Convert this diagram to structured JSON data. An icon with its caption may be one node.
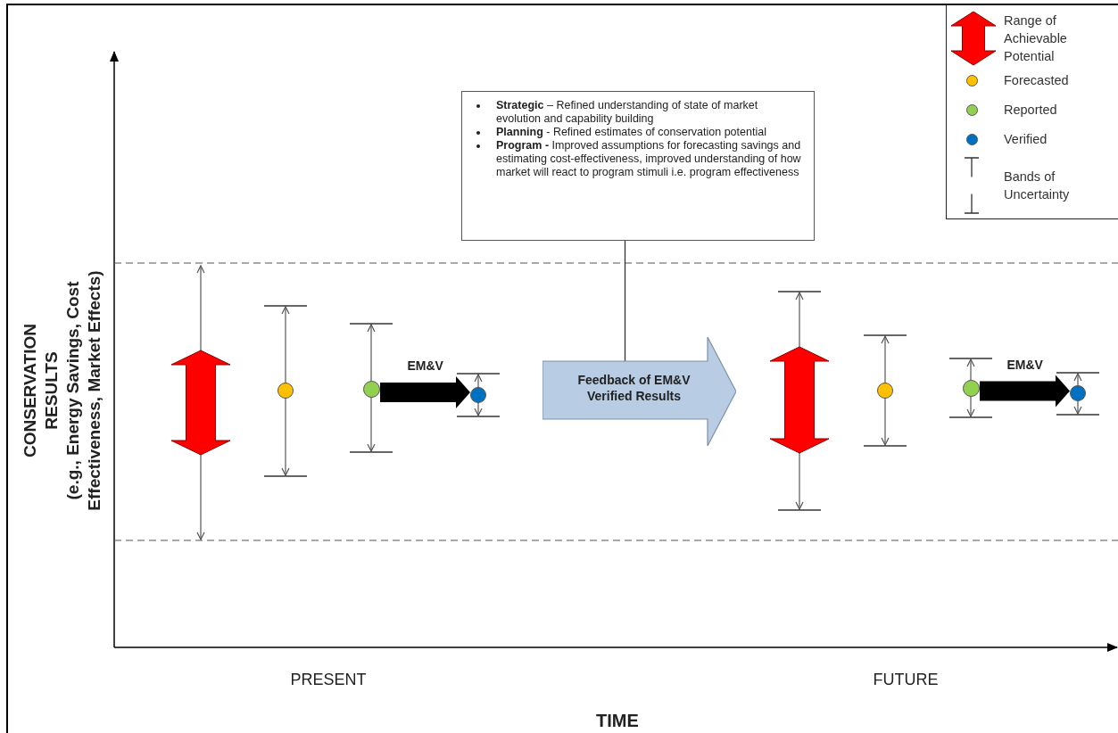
{
  "diagram": {
    "nodes": [
      {
        "text": [
          "**Strategic** – Refined understanding of state of market evolution and capability building",
          "**Planning** - Refined estimates of conservation potential",
          "**Program -** Improved assumptions for forecasting savings and estimating cost-effectiveness, improved understanding of how market will react to program stimuli i.e. program effectiveness"
        ]
      },
      {
        "text": [],
        "shape": "circle"
      },
      {
        "text": [],
        "shape": "circle"
      },
      {
        "text": [],
        "shape": "circle"
      },
      {
        "text": [
          "Feedback of EM&V Verified Results"
        ]
      },
      {
        "text": [],
        "shape": "circle"
      },
      {
        "text": [],
        "shape": "circle"
      },
      {
        "text": [],
        "shape": "circle"
      }
    ],
    "edges": [
      {
        "from": 0,
        "to": 4,
        "arrow": "none"
      },
      {
        "from": 2,
        "to": 3,
        "arrow": "to",
        "label": "EM&V"
      },
      {
        "from": 6,
        "to": 7,
        "arrow": "to",
        "label": "EM&V"
      }
    ],
    "labels": [
      "CONSERVATION RESULTS",
      "(e.g., Energy Savings, Cost Effectiveness, Market Effects)",
      "PRESENT",
      "FUTURE",
      "TIME"
    ],
    "legend": [
      {
        "text": "Range of Achievable Potential"
      },
      {
        "text": "Forecasted",
        "color": "#ffc000"
      },
      {
        "text": "Reported",
        "color": "#92d050"
      },
      {
        "text": "Verified",
        "color": "#0070c0"
      },
      {
        "text": "Bands of Uncertainty"
      }
    ]
  }
}
